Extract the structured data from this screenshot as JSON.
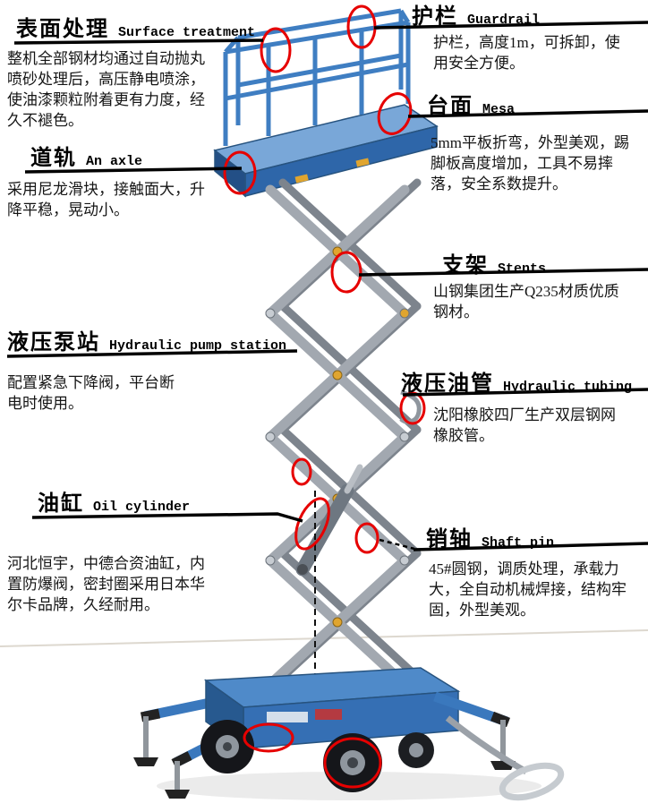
{
  "annotations": {
    "surface_treatment": {
      "title_cn": "表面处理",
      "title_en": "Surface treatment",
      "description": "整机全部钢材均通过自动抛丸喷砂处理后，高压静电喷涂，使油漆颗粒附着更有力度，经久不褪色。"
    },
    "axle": {
      "title_cn": "道轨",
      "title_en": "An axle",
      "description": "采用尼龙滑块，接触面大，升降平稳，晃动小。"
    },
    "pump_station": {
      "title_cn": "液压泵站",
      "title_en": "Hydraulic pump station",
      "description": "配置紧急下降阀，平台断电时使用。"
    },
    "oil_cylinder": {
      "title_cn": "油缸",
      "title_en": "Oil cylinder",
      "description": "河北恒宇，中德合资油缸，内置防爆阀，密封圈采用日本华尔卡品牌，久经耐用。"
    },
    "guardrail": {
      "title_cn": "护栏",
      "title_en": "Guardrail",
      "description": "护栏，高度1m，可拆卸，使用安全方便。"
    },
    "mesa": {
      "title_cn": "台面",
      "title_en": "Mesa",
      "description": "5mm平板折弯，外型美观，踢脚板高度增加，工具不易摔落，安全系数提升。"
    },
    "stents": {
      "title_cn": "支架",
      "title_en": "Stents",
      "description": "山钢集团生产Q235材质优质钢材。"
    },
    "hydraulic_tubing": {
      "title_cn": "液压油管",
      "title_en": "Hydraulic tubing",
      "description": "沈阳橡胶四厂生产双层钢网橡胶管。"
    },
    "shaft_pin": {
      "title_cn": "销轴",
      "title_en": "Shaft pin",
      "description": "45#圆钢，调质处理，承载力大，全自动机械焊接，结构牢固，外型美观。"
    }
  },
  "machine": {
    "subject": "scissor-lift",
    "colors": {
      "callout_red": "#e60000",
      "line_black": "#000000",
      "body_blue": "#3a78bd",
      "deck_blue": "#79a7d8",
      "scissor_gray": "#a2a8b0"
    }
  }
}
